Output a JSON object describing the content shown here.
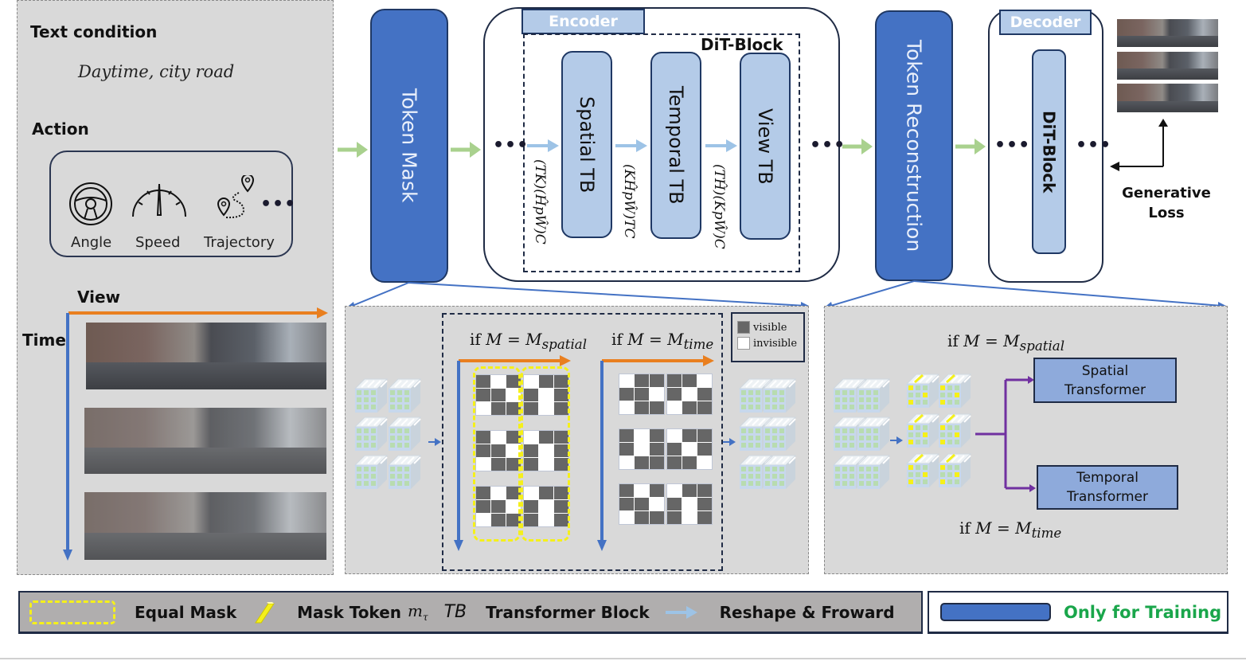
{
  "left_panel": {
    "text_condition_label": "Text condition",
    "text_condition_value": "Daytime, city road",
    "action_label": "Action",
    "action_items": [
      {
        "icon": "steering-wheel-icon",
        "label": "Angle"
      },
      {
        "icon": "speedometer-icon",
        "label": "Speed"
      },
      {
        "icon": "trajectory-icon",
        "label": "Trajectory"
      }
    ],
    "action_more": "•••",
    "view_label": "View",
    "time_label": "Time"
  },
  "pipeline": {
    "token_mask": "Token Mask",
    "encoder_label": "Encoder",
    "dit_block_label": "DiT-Block",
    "spatial_tb": "Spatial TB",
    "temporal_tb": "Temporal TB",
    "view_tb": "View TB",
    "dim_1": "(TK)(ĤpŴ)C",
    "dim_2": "(KĤpŴ)TC",
    "dim_3": "(TĤ)(KpŴ)C",
    "ellipsis": "•••",
    "token_reconstruction": "Token Reconstruction",
    "decoder_label": "Decoder",
    "decoder_block": "DiT-Block",
    "generative_loss": "Generative Loss"
  },
  "mask_panel": {
    "spatial_condition": {
      "prefix": "if ",
      "var": "M",
      "eq": " = ",
      "sym": "M",
      "sub": "spatial"
    },
    "time_condition": {
      "prefix": "if ",
      "var": "M",
      "eq": " = ",
      "sym": "M",
      "sub": "time"
    },
    "legend_visible": "visible",
    "legend_invisible": "invisible",
    "spatial_masks": [
      [
        [
          0,
          1,
          0,
          1,
          0,
          0
        ],
        [
          0,
          0,
          1,
          0,
          1,
          0
        ],
        [
          1,
          0,
          0,
          0,
          1,
          0
        ]
      ],
      [
        [
          0,
          1,
          0,
          1,
          0,
          0
        ],
        [
          0,
          0,
          1,
          0,
          1,
          0
        ],
        [
          1,
          0,
          0,
          0,
          1,
          0
        ]
      ],
      [
        [
          0,
          1,
          0,
          1,
          0,
          0
        ],
        [
          0,
          0,
          1,
          0,
          1,
          0
        ],
        [
          1,
          0,
          0,
          0,
          1,
          0
        ]
      ]
    ],
    "time_masks": [
      [
        [
          1,
          0,
          0,
          0,
          0,
          1
        ],
        [
          0,
          0,
          1,
          0,
          1,
          0
        ],
        [
          1,
          0,
          0,
          1,
          0,
          0
        ]
      ],
      [
        [
          0,
          1,
          0,
          1,
          0,
          0
        ],
        [
          0,
          1,
          0,
          0,
          1,
          0
        ],
        [
          1,
          0,
          0,
          0,
          0,
          1
        ]
      ],
      [
        [
          0,
          1,
          0,
          1,
          0,
          0
        ],
        [
          0,
          0,
          1,
          0,
          1,
          0
        ],
        [
          1,
          0,
          0,
          0,
          1,
          0
        ]
      ]
    ]
  },
  "recon_panel": {
    "spatial_condition": {
      "prefix": "if ",
      "var": "M",
      "eq": " = ",
      "sym": "M",
      "sub": "spatial"
    },
    "time_condition": {
      "prefix": "if ",
      "var": "M",
      "eq": " = ",
      "sym": "M",
      "sub": "time"
    },
    "spatial_transformer": "Spatial Transformer",
    "temporal_transformer": "Temporal Transformer"
  },
  "legend": {
    "equal_mask": "Equal Mask",
    "mask_token": "Mask Token",
    "mask_token_symbol": "m",
    "mask_token_sub": "τ",
    "tb_symbol": "TB",
    "transformer_block": "Transformer Block",
    "reshape_forward": "Reshape & Froward",
    "only_training": "Only for Training"
  },
  "colors": {
    "blue_block": "#4472c4",
    "light_block": "#b4cbe8",
    "orange_arrow": "#e97f1f",
    "blue_arrow": "#4472c4",
    "green_arrow": "#a9d18e",
    "purple_line": "#7030a0",
    "yellow_mask": "#f5f01a",
    "training_green": "#1aa64b"
  }
}
